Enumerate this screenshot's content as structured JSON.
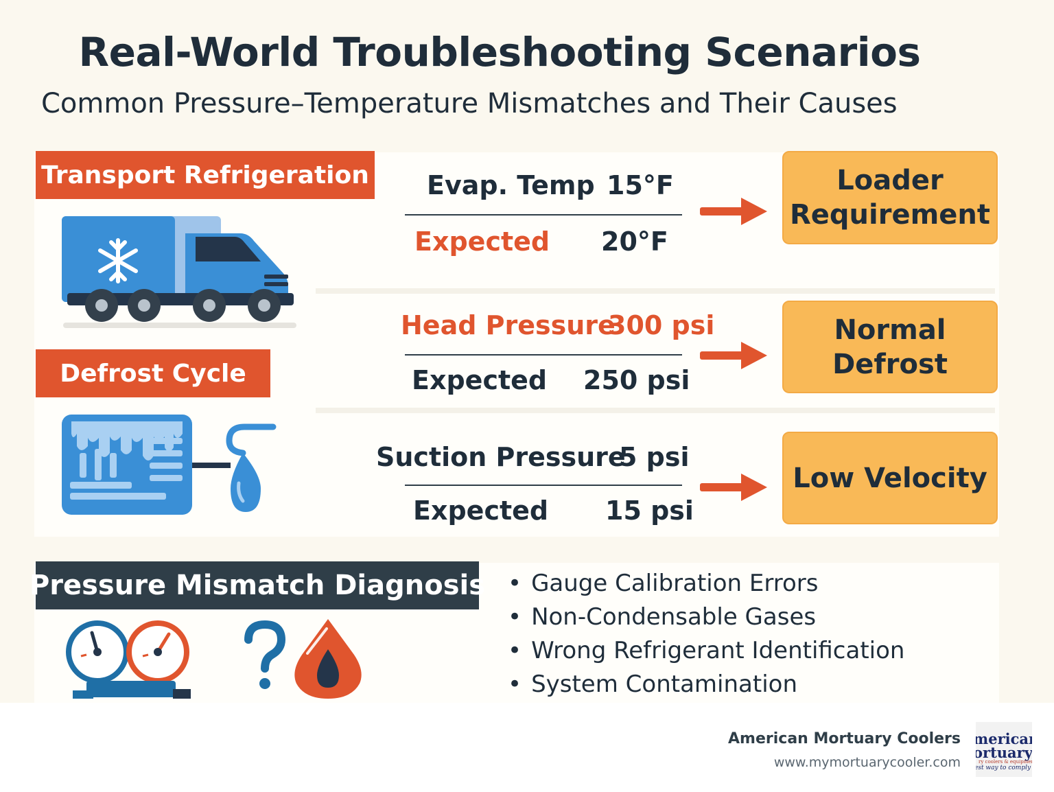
{
  "header": {
    "title": "Real-World Troubleshooting Scenarios",
    "subtitle": "Common Pressure–Temperature Mismatches and Their Causes"
  },
  "sections": {
    "transport": {
      "label": "Transport Refrigeration"
    },
    "defrost": {
      "label": "Defrost Cycle"
    },
    "diagnosis": {
      "label": "Pressure Mismatch Diagnosis"
    }
  },
  "rows": [
    {
      "measured_label": "Evap. Temp",
      "measured_value": "15°F",
      "expected_label": "Expected",
      "expected_value": "20°F",
      "cause_line1": "Loader",
      "cause_line2": "Requirement"
    },
    {
      "measured_label": "Head Pressure",
      "measured_value": "300 psi",
      "expected_label": "Expected",
      "expected_value": "250 psi",
      "cause_line1": "Normal",
      "cause_line2": "Defrost"
    },
    {
      "measured_label": "Suction Pressure",
      "measured_value": "5 psi",
      "expected_label": "Expected",
      "expected_value": "15 psi",
      "cause_line1": "Low Velocity",
      "cause_line2": ""
    }
  ],
  "diagnosis_causes": [
    "Gauge Calibration Errors",
    "Non-Condensable Gases",
    "Wrong Refrigerant Identification",
    "System Contamination"
  ],
  "footer": {
    "brand": "American Mortuary Coolers",
    "url": "www.mymortuarycooler.com",
    "logo_line1": "merican",
    "logo_line2": "ortuary",
    "logo_line3": "ry coolers & equipment",
    "logo_line4": "est way to comply"
  },
  "colors": {
    "accent_orange": "#e0552e",
    "cause_yellow": "#f9b957",
    "dark_slate": "#2f3e48",
    "icon_blue": "#3a8fd6"
  },
  "icons": [
    "refrigerated-truck-icon",
    "snowflake-icon",
    "frosted-coil-icon",
    "water-drop-icon",
    "pressure-gauges-icon",
    "question-mark-icon",
    "oil-drop-icon",
    "arrow-right-icon"
  ]
}
